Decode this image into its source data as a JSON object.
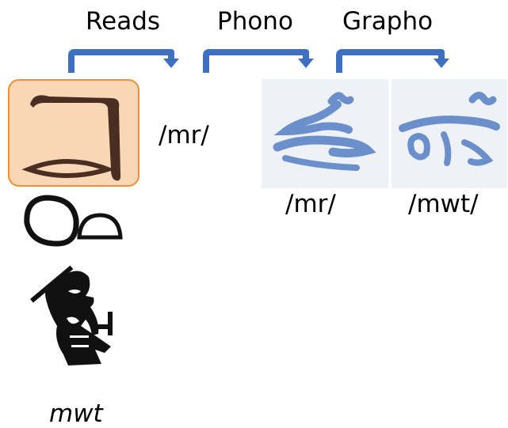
{
  "steps": [
    "Reads",
    "Phono",
    "Grapho"
  ],
  "hieroglyph_reading": "/mr/",
  "hieratic_readings": [
    "/mr/",
    "/mwt/"
  ],
  "word": "mwt",
  "colors": {
    "arrow": "#3f6fbf",
    "arrow_stroke": "#2d559b",
    "highlight_fill": "#f9d6b6",
    "highlight_border": "#e8913a",
    "glyph_ink": "#4a2e22",
    "hieratic_ink": "#6b8fca"
  }
}
